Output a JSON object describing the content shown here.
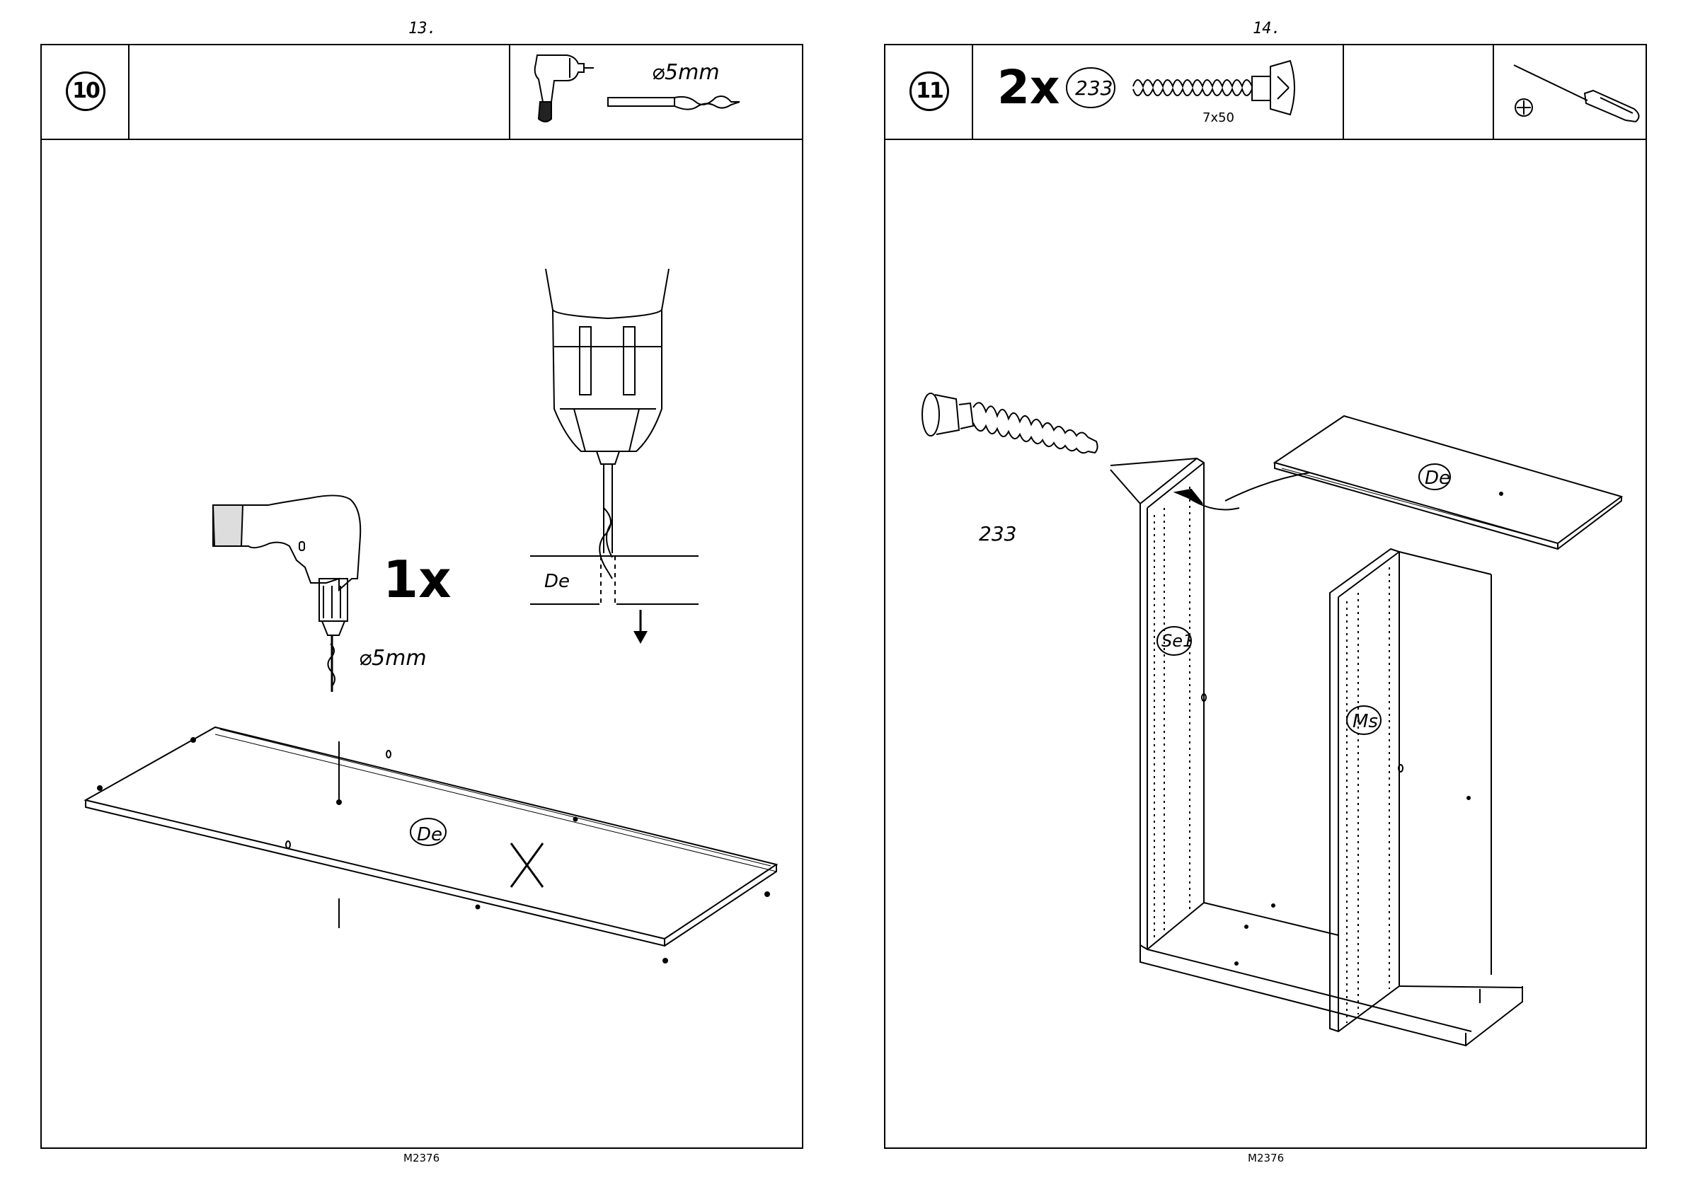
{
  "left_page": {
    "page_number": "13.",
    "step_number": "10",
    "tool_diameter": "⌀5mm",
    "quantity": "1x",
    "drill_diameter": "⌀5mm",
    "part_label": "De",
    "section_label": "De",
    "footer": "M2376",
    "icons": [
      "cordless-drill-icon",
      "drill-bit-icon",
      "no-drill-cross-icon",
      "arrow-down-icon"
    ]
  },
  "right_page": {
    "page_number": "14.",
    "step_number": "11",
    "quantity": "2x",
    "part_number": "233",
    "screw_size": "7x50",
    "callout_part_number": "233",
    "labels": {
      "top": "De",
      "side": "Se1",
      "middle": "Ms"
    },
    "footer": "M2376",
    "icons": [
      "screw-icon",
      "screwdriver-icon",
      "phillips-bit-icon"
    ]
  }
}
